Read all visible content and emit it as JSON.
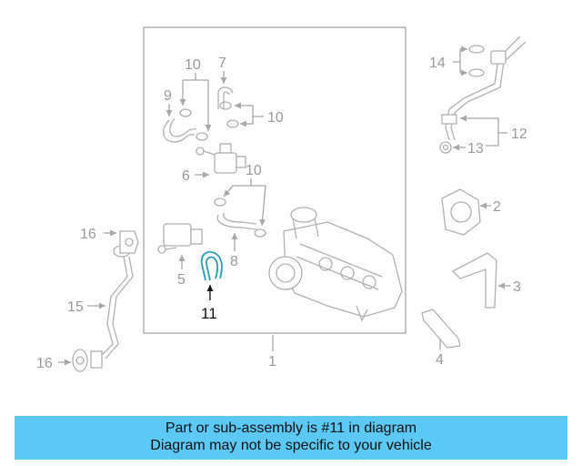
{
  "diagram": {
    "callouts": {
      "c1": "1",
      "c2": "2",
      "c3": "3",
      "c4": "4",
      "c5": "5",
      "c6": "6",
      "c7": "7",
      "c8": "8",
      "c9": "9",
      "c10a": "10",
      "c10b": "10",
      "c10c": "10",
      "c11": "11",
      "c12": "12",
      "c13": "13",
      "c14": "14",
      "c15": "15",
      "c16a": "16",
      "c16b": "16"
    },
    "highlight_color": "#2a9db3",
    "line_color": "#a8a8a8"
  },
  "banner": {
    "line1": "Part or sub-assembly is #11 in diagram",
    "line2": "Diagram may not be specific to your vehicle",
    "background": "#5bc8f5"
  }
}
